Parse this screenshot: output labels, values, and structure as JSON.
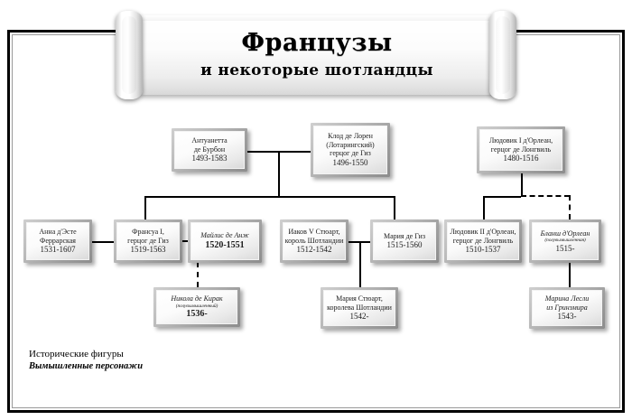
{
  "title": {
    "main": "Французы",
    "subtitle": "и некоторые шотландцы"
  },
  "legend": {
    "historical": "Исторические фигуры",
    "fictional": "Вымышленные персонажи"
  },
  "nodes": [
    {
      "id": "antoinette",
      "name_lines": [
        "Антуанетта",
        "де Бурбон"
      ],
      "dates": "1493-1583",
      "fictional": false
    },
    {
      "id": "claude",
      "name_lines": [
        "Клод де Лорен",
        "(Лотарингский)",
        "герцог де Гиз"
      ],
      "dates": "1496-1550",
      "fictional": false
    },
    {
      "id": "louis1",
      "name_lines": [
        "Людовик I д'Орлеан,",
        "герцог де Лонгвиль"
      ],
      "dates": "1480-1516",
      "fictional": false
    },
    {
      "id": "anna",
      "name_lines": [
        "Анна д'Эсте",
        "Феррарская"
      ],
      "dates": "1531-1607",
      "fictional": false
    },
    {
      "id": "francois",
      "name_lines": [
        "Франсуа I,",
        "герцог де Гиз"
      ],
      "dates": "1519-1563",
      "fictional": false
    },
    {
      "id": "mailis",
      "name_lines": [
        "Майлис де Анж"
      ],
      "dates": "1520-1551",
      "fictional": true
    },
    {
      "id": "james5",
      "name_lines": [
        "Иаков V Стюарт,",
        "король Шотландии"
      ],
      "dates": "1512-1542",
      "fictional": false
    },
    {
      "id": "mariaguise",
      "name_lines": [
        "Мария де Гиз"
      ],
      "dates": "1515-1560",
      "fictional": false
    },
    {
      "id": "louis2",
      "name_lines": [
        "Людовик II д'Орлеан,",
        "герцог де Лонгвиль"
      ],
      "dates": "1510-1537",
      "fictional": false
    },
    {
      "id": "blanche",
      "name_lines": [
        "Бланш д'Орлеан"
      ],
      "sub": "(полувымышленная)",
      "dates": "1515-",
      "fictional": true,
      "semi": true
    },
    {
      "id": "nicolas",
      "name_lines": [
        "Никола де Кирак"
      ],
      "sub": "(полувымышленный)",
      "dates": "1536-",
      "fictional": true
    },
    {
      "id": "mariastuart",
      "name_lines": [
        "Мария Стюарт,",
        "королева Шотландии"
      ],
      "dates": "1542-",
      "fictional": false
    },
    {
      "id": "marina",
      "name_lines": [
        "Марина Лесли",
        "из Гринзмира"
      ],
      "dates": "1543-",
      "fictional": true,
      "semi": true
    }
  ],
  "colors": {
    "frame": "#000000",
    "frame_inner": "#9a9a9a",
    "connector": "#000000",
    "box_border": "#9e9e9e",
    "box_fill": "#f7f7f7"
  }
}
